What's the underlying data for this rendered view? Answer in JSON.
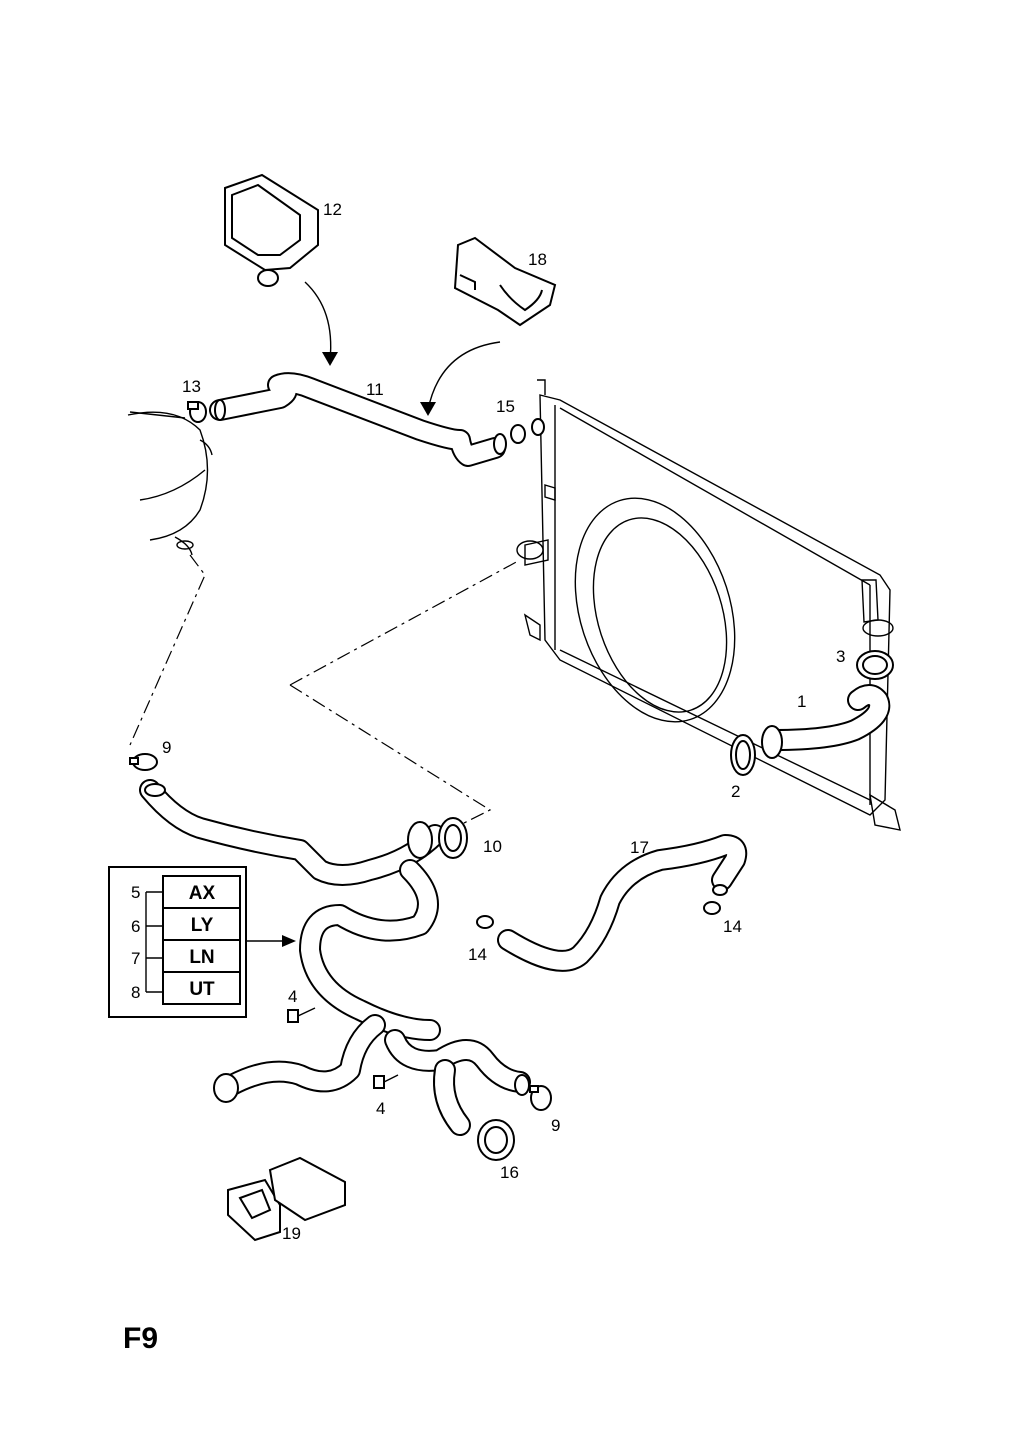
{
  "page_label": "F9",
  "callouts": {
    "c1": "1",
    "c2": "2",
    "c3": "3",
    "c4a": "4",
    "c4b": "4",
    "c9a": "9",
    "c9b": "9",
    "c10": "10",
    "c11": "11",
    "c12": "12",
    "c13": "13",
    "c14a": "14",
    "c14b": "14",
    "c15": "15",
    "c16": "16",
    "c17": "17",
    "c18": "18",
    "c19": "19"
  },
  "variant_table": {
    "rows": [
      {
        "num": "5",
        "code": "AX"
      },
      {
        "num": "6",
        "code": "LY"
      },
      {
        "num": "7",
        "code": "LN"
      },
      {
        "num": "8",
        "code": "UT"
      }
    ]
  }
}
